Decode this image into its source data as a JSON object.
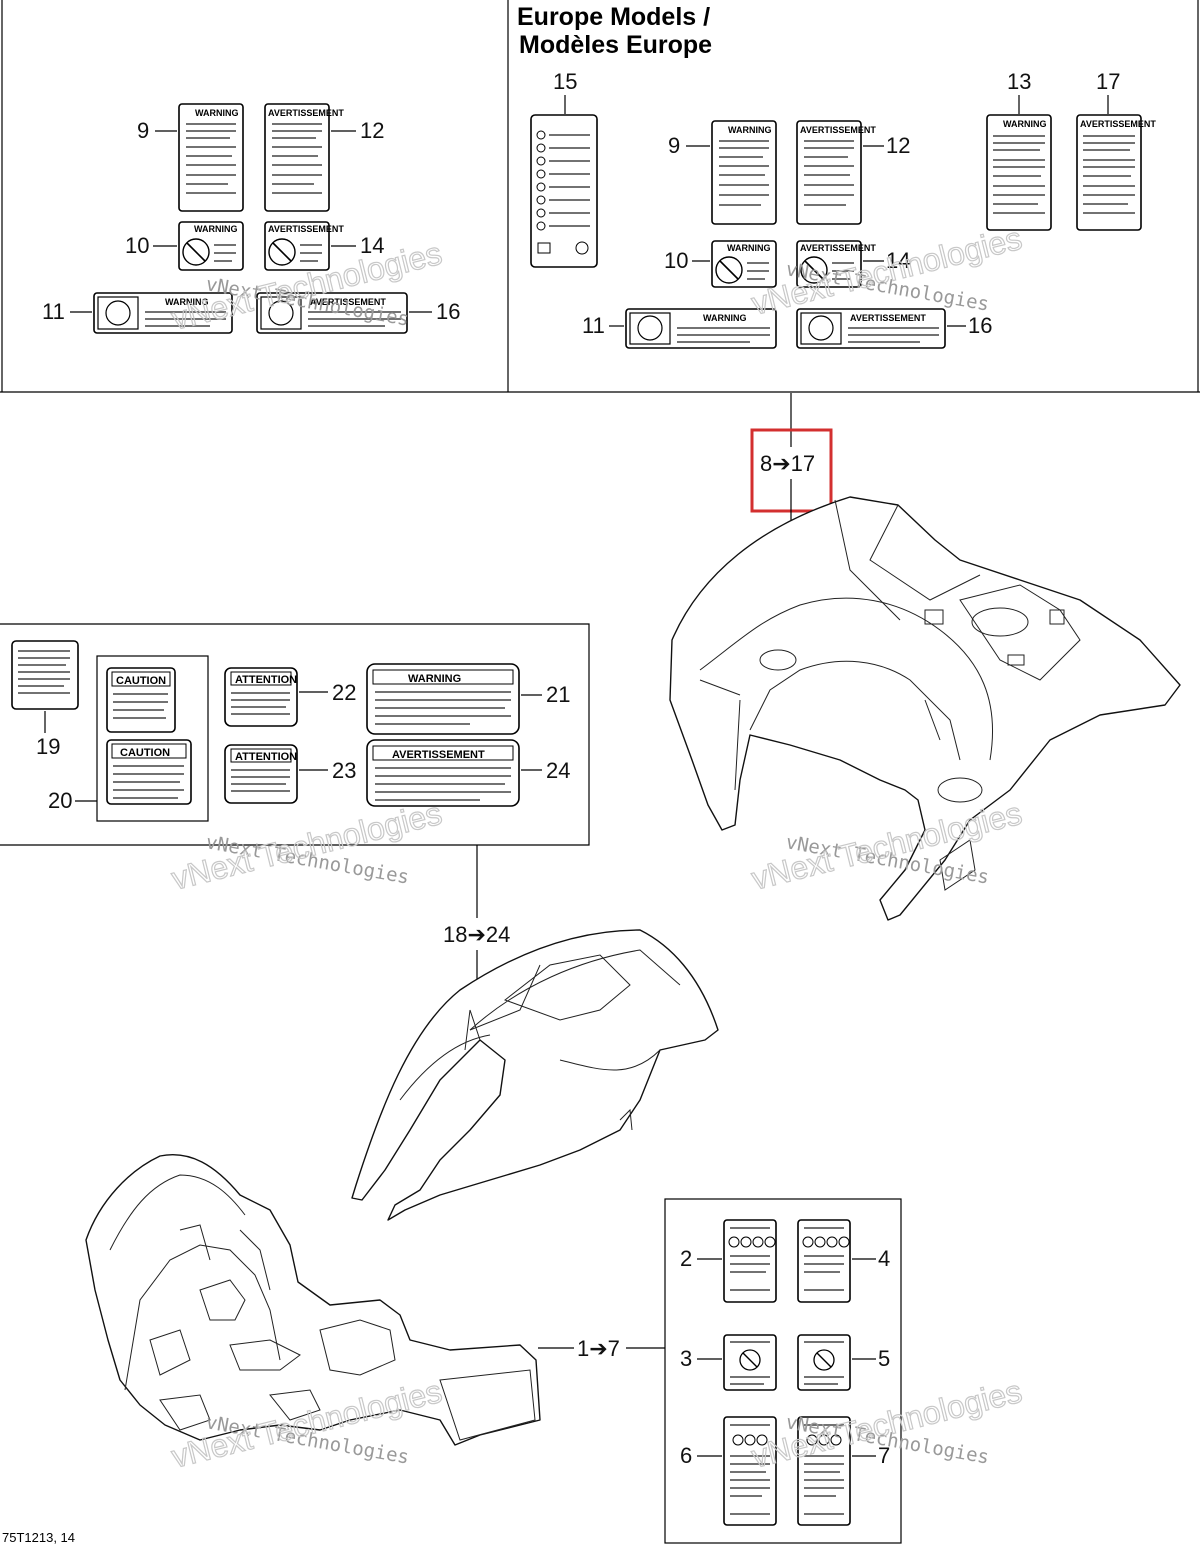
{
  "header": {
    "line1": "Europe Models /",
    "line2": "Modèles Europe"
  },
  "callouts": {
    "c1_7": "1➔7",
    "c2": "2",
    "c3": "3",
    "c4": "4",
    "c5": "5",
    "c6": "6",
    "c7": "7",
    "c8_17": "8➔17",
    "c9_na": "9",
    "c10_na": "10",
    "c11_na": "11",
    "c12_na": "12",
    "c14_na": "14",
    "c16_na": "16",
    "c9_eu": "9",
    "c10_eu": "10",
    "c11_eu": "11",
    "c12_eu": "12",
    "c13_eu": "13",
    "c14_eu": "14",
    "c15_eu": "15",
    "c16_eu": "16",
    "c17_eu": "17",
    "c18_24": "18➔24",
    "c19": "19",
    "c20": "20",
    "c21": "21",
    "c22": "22",
    "c23": "23",
    "c24": "24"
  },
  "labels": {
    "warning": "WARNING",
    "avertissement": "AVERTISSEMENT",
    "caution": "CAUTION",
    "attention": "ATTENTION"
  },
  "watermark": {
    "text1": "vNext Technologies",
    "text2": "vNext Technologies"
  },
  "footer": {
    "code": "75T1213, 14"
  },
  "highlight_color": "#d32f2f"
}
